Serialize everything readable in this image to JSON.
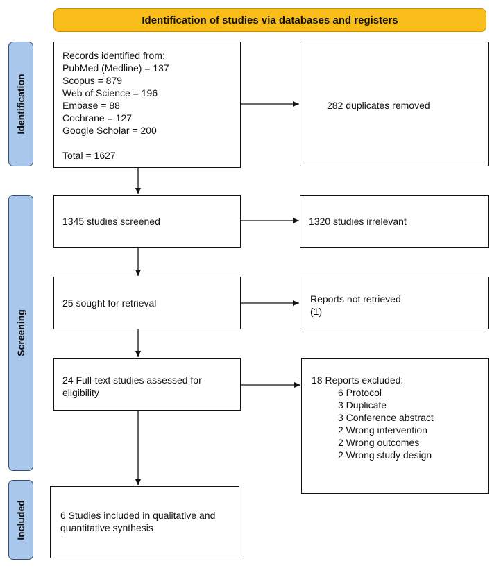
{
  "header": {
    "title": "Identification of studies via databases and registers"
  },
  "phases": {
    "identification": "Identification",
    "screening": "Screening",
    "included": "Included"
  },
  "records": {
    "heading": "Records identified from:",
    "sources": [
      "PubMed (Medline) = 137",
      "Scopus = 879",
      "Web of Science = 196",
      "Embase = 88",
      "Cochrane = 127",
      "Google Scholar = 200"
    ],
    "total": "Total = 1627"
  },
  "duplicates": {
    "text": "282 duplicates removed"
  },
  "screened": {
    "text": "1345 studies screened"
  },
  "irrelevant": {
    "text": "1320 studies irrelevant"
  },
  "sought": {
    "text": "25 sought for retrieval"
  },
  "not_retrieved": {
    "line1": "Reports not retrieved",
    "line2": "(1)"
  },
  "assessed": {
    "text": "24 Full-text studies assessed for eligibility"
  },
  "excluded": {
    "heading": "18 Reports excluded:",
    "items": [
      "6 Protocol",
      "3 Duplicate",
      "3 Conference abstract",
      "2 Wrong intervention",
      "2 Wrong outcomes",
      "2 Wrong study design"
    ]
  },
  "included": {
    "text": "6 Studies included in qualitative and quantitative synthesis"
  }
}
